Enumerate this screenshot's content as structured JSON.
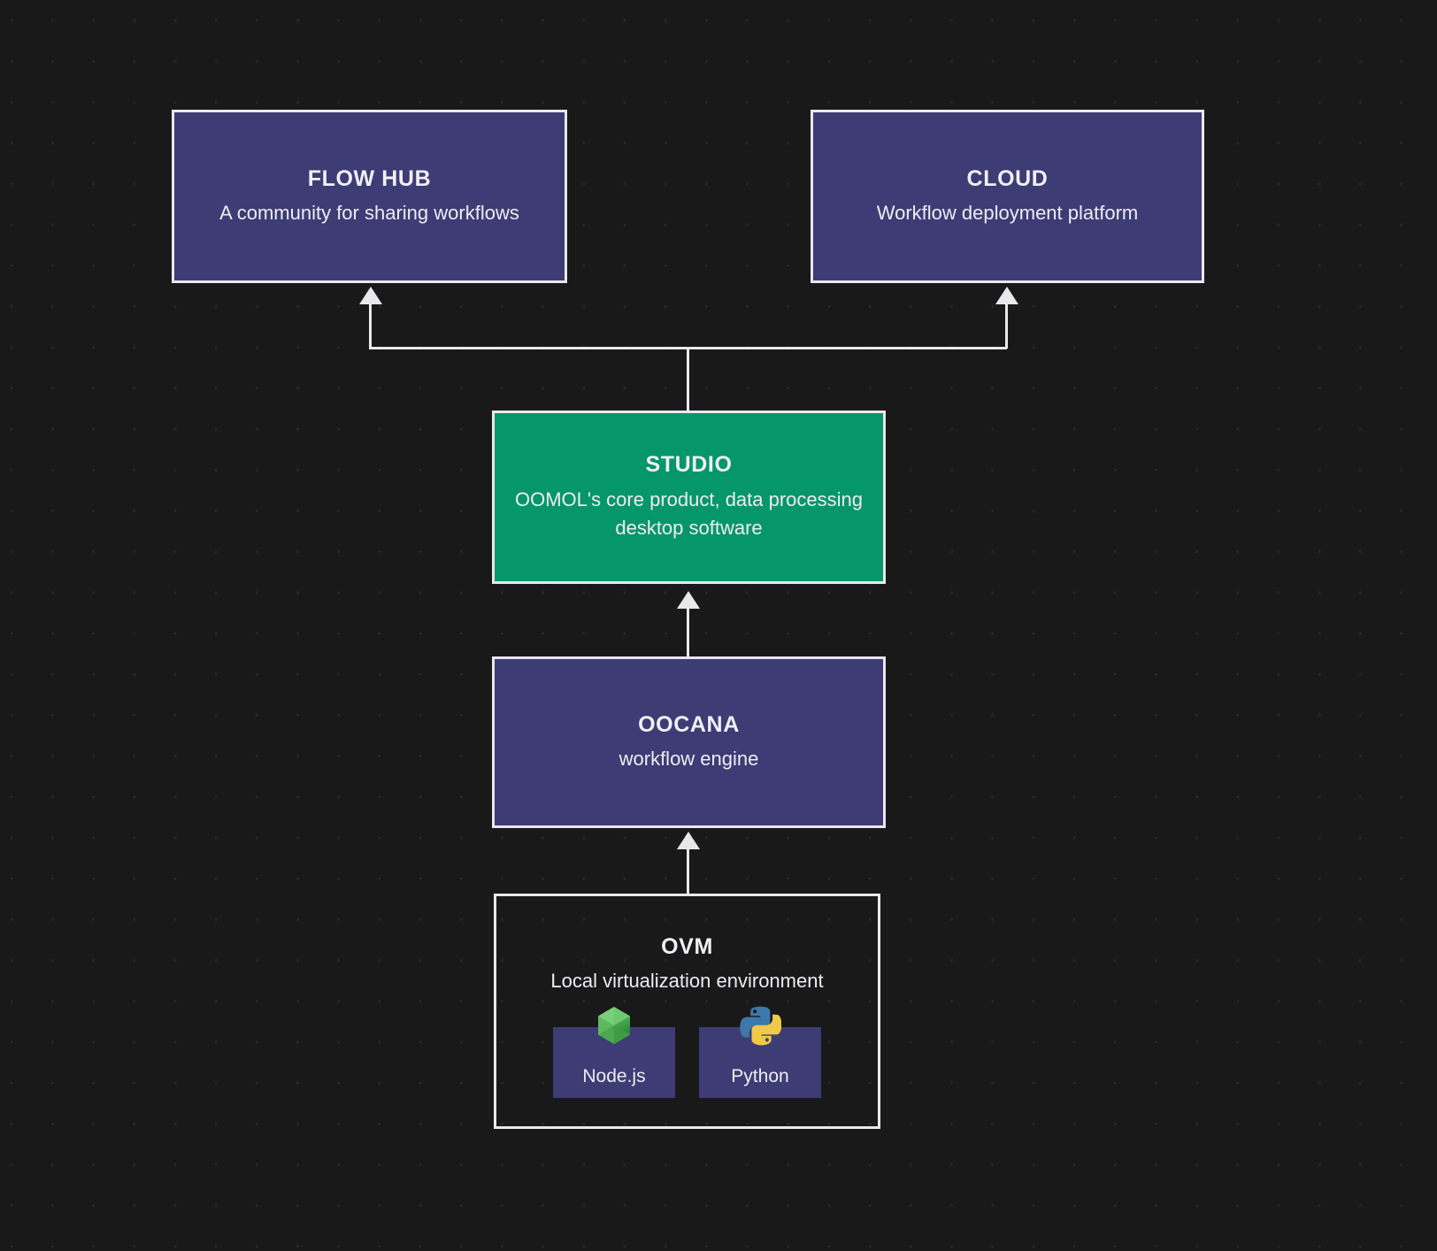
{
  "diagram": {
    "background_color": "#191919",
    "grid_dot_color": "#2b2b2b",
    "accent_purple": "#3d3c75",
    "accent_green": "#059669",
    "line_color": "#e8e8ec",
    "nodes": [
      {
        "id": "flow-hub",
        "title": "FLOW HUB",
        "subtitle": "A community for sharing workflows",
        "fill": "#3d3c75"
      },
      {
        "id": "cloud",
        "title": "CLOUD",
        "subtitle": "Workflow deployment platform",
        "fill": "#3d3c75"
      },
      {
        "id": "studio",
        "title": "STUDIO",
        "subtitle": "OOMOL's core product, data processing desktop software",
        "fill": "#059669"
      },
      {
        "id": "oocana",
        "title": "OOCANA",
        "subtitle": "workflow engine",
        "fill": "#3d3c75"
      },
      {
        "id": "ovm",
        "title": "OVM",
        "subtitle": "Local virtualization environment",
        "fill": "transparent"
      }
    ],
    "runtimes": [
      {
        "id": "nodejs",
        "label": "Node.js",
        "icon": "nodejs-hexagon-icon"
      },
      {
        "id": "python",
        "label": "Python",
        "icon": "python-snakes-icon"
      }
    ],
    "edges": [
      {
        "from": "studio",
        "to": "flow-hub",
        "style": "elbow-up-left",
        "arrow": "up"
      },
      {
        "from": "studio",
        "to": "cloud",
        "style": "elbow-up-right",
        "arrow": "up"
      },
      {
        "from": "oocana",
        "to": "studio",
        "style": "straight-up",
        "arrow": "up"
      },
      {
        "from": "ovm",
        "to": "oocana",
        "style": "straight-up",
        "arrow": "up"
      }
    ]
  }
}
